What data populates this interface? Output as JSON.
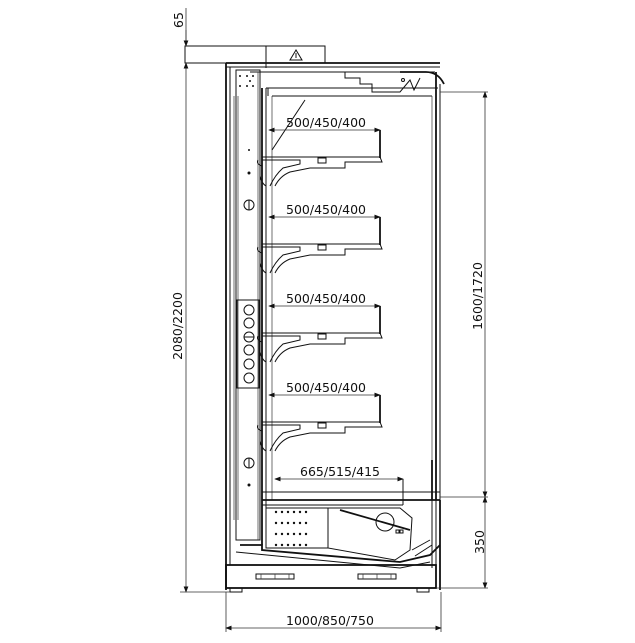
{
  "drawing": {
    "type": "side-section",
    "subject": "multideck refrigerated display cabinet",
    "line_color": "#111111",
    "background": "#ffffff"
  },
  "dimensions": {
    "canopy_height": "65",
    "total_height": "2080/2200",
    "display_height": "1600/1720",
    "base_height": "350",
    "total_depth": "1000/850/750",
    "base_shelf_depth": "665/515/415"
  },
  "shelves": [
    {
      "label": "500/450/400"
    },
    {
      "label": "500/450/400"
    },
    {
      "label": "500/450/400"
    },
    {
      "label": "500/450/400"
    }
  ],
  "symbols": {
    "warning": "⚠"
  }
}
